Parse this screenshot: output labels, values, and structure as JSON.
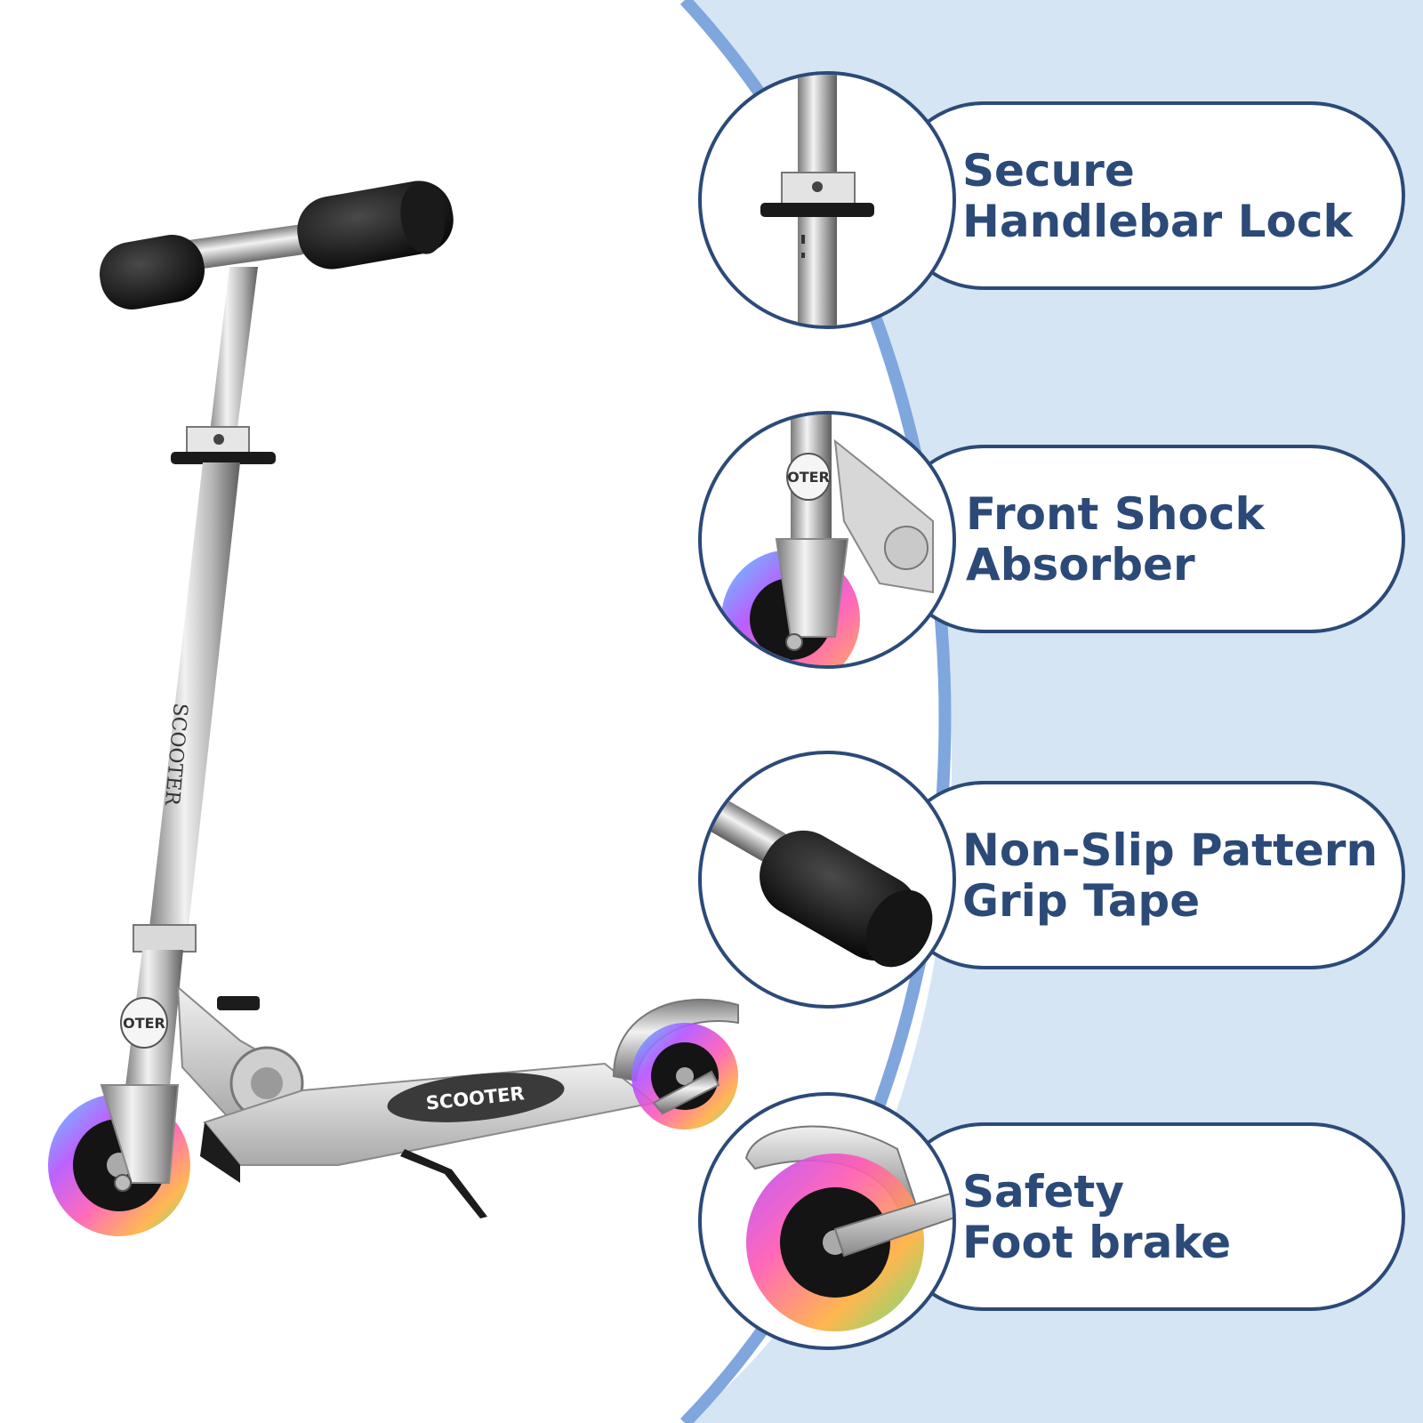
{
  "colors": {
    "accent": "#2c4a78",
    "panel": "#d6e5f3",
    "arc": "#7fa6dd"
  },
  "product": {
    "deck_label": "SCOOTER",
    "stem_label": "SCOOTER",
    "collar_label": "OTER",
    "wheel_style": "light-up-rainbow"
  },
  "features": [
    {
      "icon": "handlebar-lock-icon",
      "line1": "Secure",
      "line2": "Handlebar Lock",
      "collar_label": ""
    },
    {
      "icon": "shock-absorber-icon",
      "line1": "Front Shock",
      "line2": "Absorber",
      "collar_label": "OTER"
    },
    {
      "icon": "grip-icon",
      "line1": "Non-Slip Pattern",
      "line2": "Grip Tape",
      "collar_label": ""
    },
    {
      "icon": "foot-brake-icon",
      "line1": "Safety",
      "line2": "Foot brake",
      "collar_label": ""
    }
  ]
}
